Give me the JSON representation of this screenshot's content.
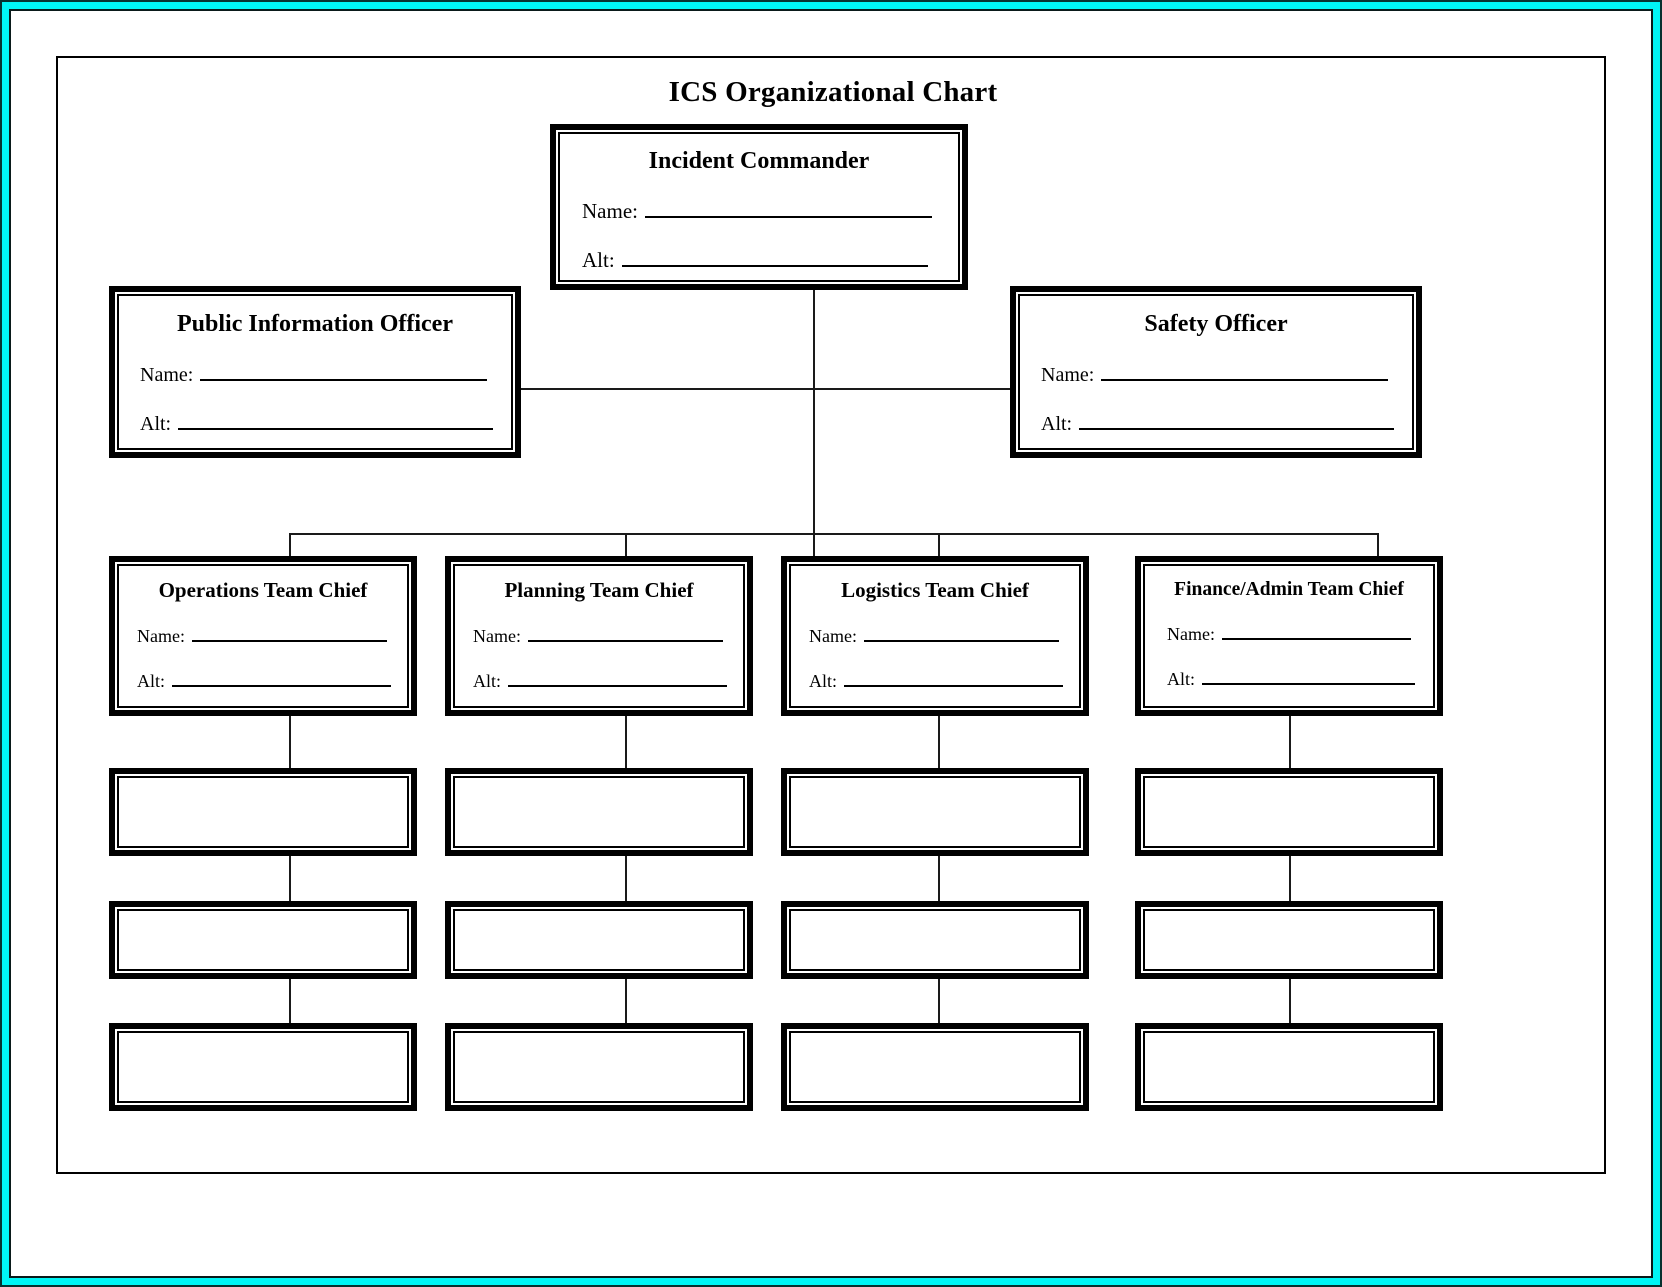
{
  "page": {
    "title": "ICS Organizational Chart",
    "frame_color": "#00f5f5",
    "line_color": "#000000",
    "background": "#ffffff"
  },
  "fields": {
    "name_label": "Name:",
    "alt_label": "Alt:"
  },
  "chart_data": {
    "type": "diagram",
    "title": "ICS Organizational Chart",
    "nodes": [
      {
        "id": "incident-commander",
        "label": "Incident Commander",
        "tier": 1,
        "fields": [
          "Name:",
          "Alt:"
        ]
      },
      {
        "id": "public-information-officer",
        "label": "Public Information Officer",
        "tier": 2,
        "fields": [
          "Name:",
          "Alt:"
        ]
      },
      {
        "id": "safety-officer",
        "label": "Safety Officer",
        "tier": 2,
        "fields": [
          "Name:",
          "Alt:"
        ]
      },
      {
        "id": "operations-team-chief",
        "label": "Operations Team Chief",
        "tier": 3,
        "fields": [
          "Name:",
          "Alt:"
        ]
      },
      {
        "id": "planning-team-chief",
        "label": "Planning Team Chief",
        "tier": 3,
        "fields": [
          "Name:",
          "Alt:"
        ]
      },
      {
        "id": "logistics-team-chief",
        "label": "Logistics Team Chief",
        "tier": 3,
        "fields": [
          "Name:",
          "Alt:"
        ]
      },
      {
        "id": "finance-admin-team-chief",
        "label": "Finance/Admin Team Chief",
        "tier": 3,
        "fields": [
          "Name:",
          "Alt:"
        ]
      }
    ],
    "blank_nodes": [
      {
        "column": "operations",
        "row": 1,
        "label": ""
      },
      {
        "column": "operations",
        "row": 2,
        "label": ""
      },
      {
        "column": "operations",
        "row": 3,
        "label": ""
      },
      {
        "column": "planning",
        "row": 1,
        "label": ""
      },
      {
        "column": "planning",
        "row": 2,
        "label": ""
      },
      {
        "column": "planning",
        "row": 3,
        "label": ""
      },
      {
        "column": "logistics",
        "row": 1,
        "label": ""
      },
      {
        "column": "logistics",
        "row": 2,
        "label": ""
      },
      {
        "column": "logistics",
        "row": 3,
        "label": ""
      },
      {
        "column": "finance",
        "row": 1,
        "label": ""
      },
      {
        "column": "finance",
        "row": 2,
        "label": ""
      },
      {
        "column": "finance",
        "row": 3,
        "label": ""
      }
    ],
    "edges": [
      {
        "from": "incident-commander",
        "to": "public-information-officer"
      },
      {
        "from": "incident-commander",
        "to": "safety-officer"
      },
      {
        "from": "incident-commander",
        "to": "operations-team-chief"
      },
      {
        "from": "incident-commander",
        "to": "planning-team-chief"
      },
      {
        "from": "incident-commander",
        "to": "logistics-team-chief"
      },
      {
        "from": "incident-commander",
        "to": "finance-admin-team-chief"
      }
    ]
  },
  "boxes": {
    "incident_commander": {
      "title": "Incident Commander",
      "name_label": "Name:",
      "alt_label": "Alt:"
    },
    "public_information_officer": {
      "title": "Public Information Officer",
      "name_label": "Name:",
      "alt_label": "Alt:"
    },
    "safety_officer": {
      "title": "Safety Officer",
      "name_label": "Name:",
      "alt_label": "Alt:"
    },
    "operations": {
      "title": "Operations Team Chief",
      "name_label": "Name:",
      "alt_label": "Alt:"
    },
    "planning": {
      "title": "Planning Team Chief",
      "name_label": "Name:",
      "alt_label": "Alt:"
    },
    "logistics": {
      "title": "Logistics Team Chief",
      "name_label": "Name:",
      "alt_label": "Alt:"
    },
    "finance": {
      "title": "Finance/Admin Team Chief",
      "name_label": "Name:",
      "alt_label": "Alt:"
    }
  }
}
